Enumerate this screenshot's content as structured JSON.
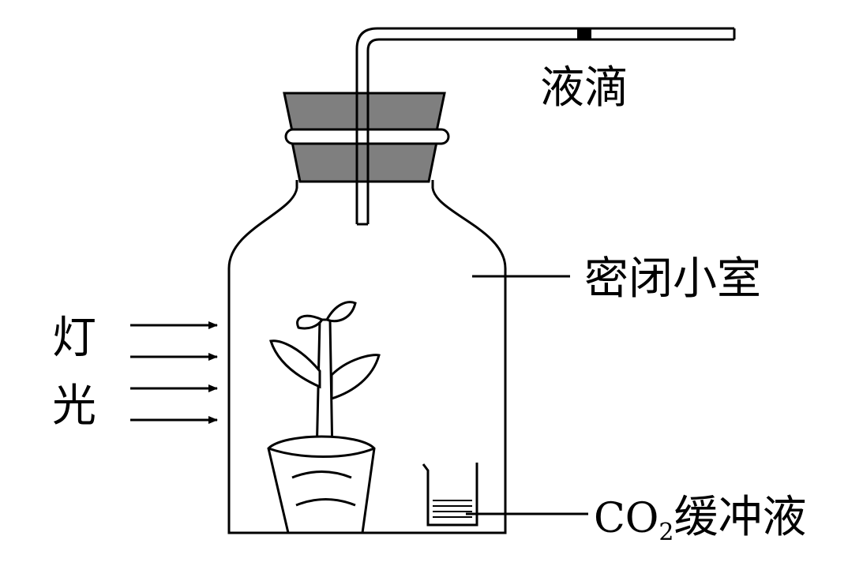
{
  "labels": {
    "droplet": "液滴",
    "chamber": "密闭小室",
    "light_1": "灯",
    "light_2": "光",
    "buffer_prefix": "CO",
    "buffer_sub": "2",
    "buffer_suffix": "缓冲液"
  },
  "colors": {
    "line": "#000000",
    "stopper": "#7f7f7f",
    "background": "#ffffff"
  }
}
